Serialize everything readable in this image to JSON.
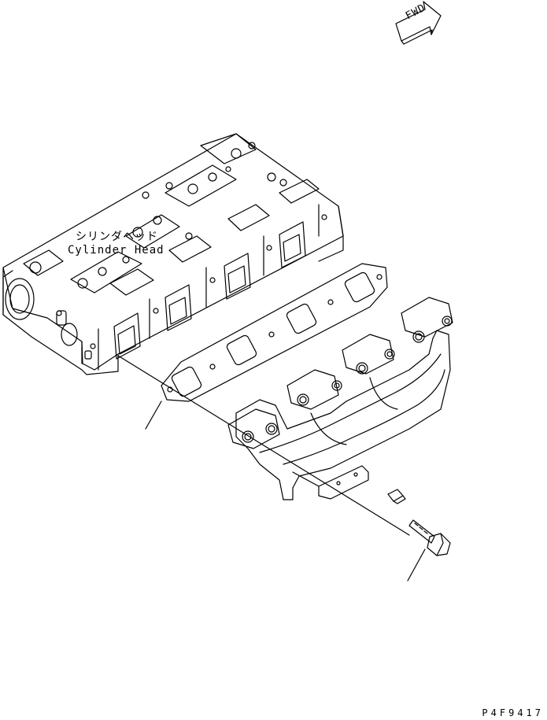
{
  "direction_marker": {
    "text": "FWD"
  },
  "labels": {
    "part_name_jp": "シリンダヘッド",
    "part_name_en": "Cylinder Head"
  },
  "drawing_code": "P4F9417",
  "colors": {
    "line": "#000000",
    "background": "#ffffff"
  }
}
